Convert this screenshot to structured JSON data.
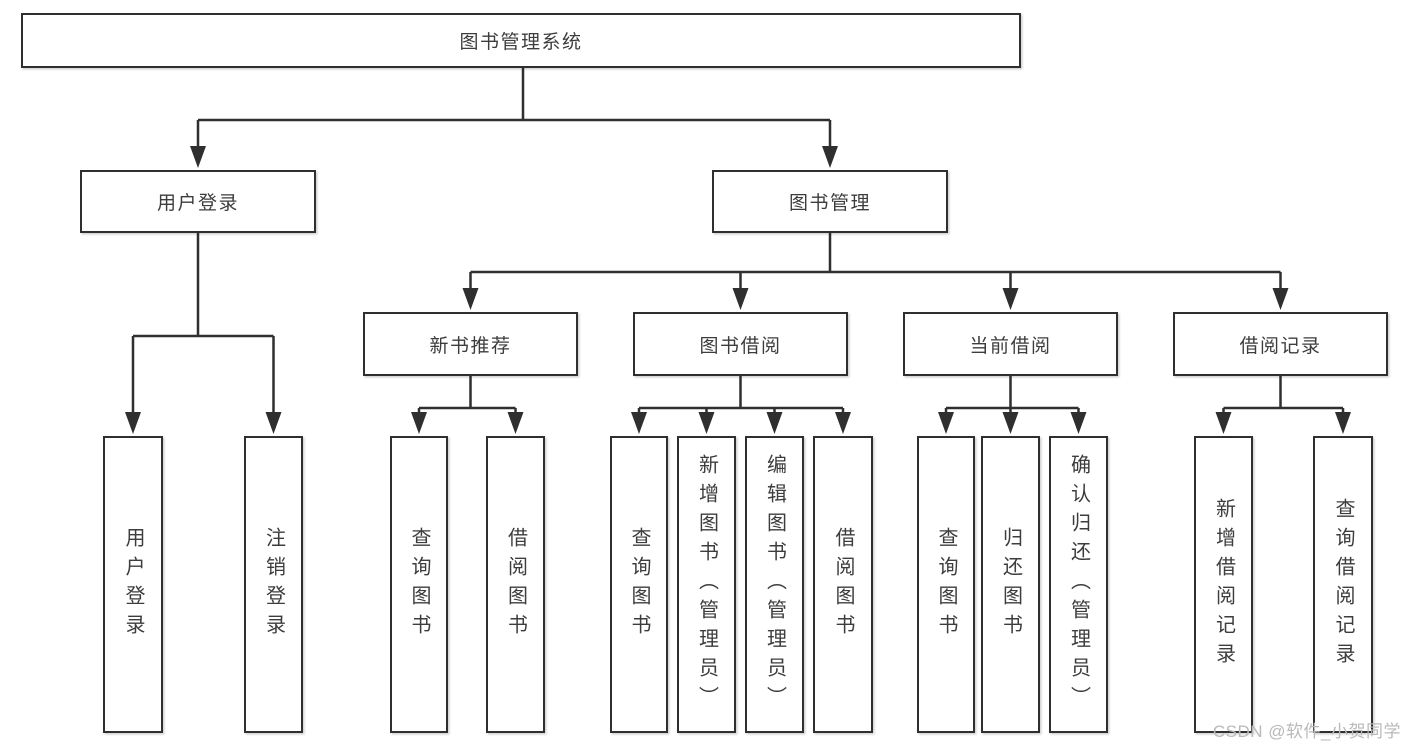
{
  "diagram_type": "hierarchy-tree",
  "tree": {
    "label": "图书管理系统",
    "children": [
      {
        "label": "用户登录",
        "children": [
          {
            "label": "用户登录"
          },
          {
            "label": "注销登录"
          }
        ]
      },
      {
        "label": "图书管理",
        "children": [
          {
            "label": "新书推荐",
            "children": [
              {
                "label": "查询图书"
              },
              {
                "label": "借阅图书"
              }
            ]
          },
          {
            "label": "图书借阅",
            "children": [
              {
                "label": "查询图书"
              },
              {
                "label": "新增图书（管理员）"
              },
              {
                "label": "编辑图书（管理员）"
              },
              {
                "label": "借阅图书"
              }
            ]
          },
          {
            "label": "当前借阅",
            "children": [
              {
                "label": "查询图书"
              },
              {
                "label": "归还图书"
              },
              {
                "label": "确认归还（管理员）"
              }
            ]
          },
          {
            "label": "借阅记录",
            "children": [
              {
                "label": "新增借阅记录"
              },
              {
                "label": "查询借阅记录"
              }
            ]
          }
        ]
      }
    ]
  },
  "watermark": {
    "text": "CSDN @软件_小贺同学"
  },
  "colors": {
    "background": "#ffffff",
    "box_border": "#2f2f2f",
    "connector_line": "#2f2f2f",
    "text": "#3d3d3d",
    "watermark_text": "#b9b9b9"
  }
}
